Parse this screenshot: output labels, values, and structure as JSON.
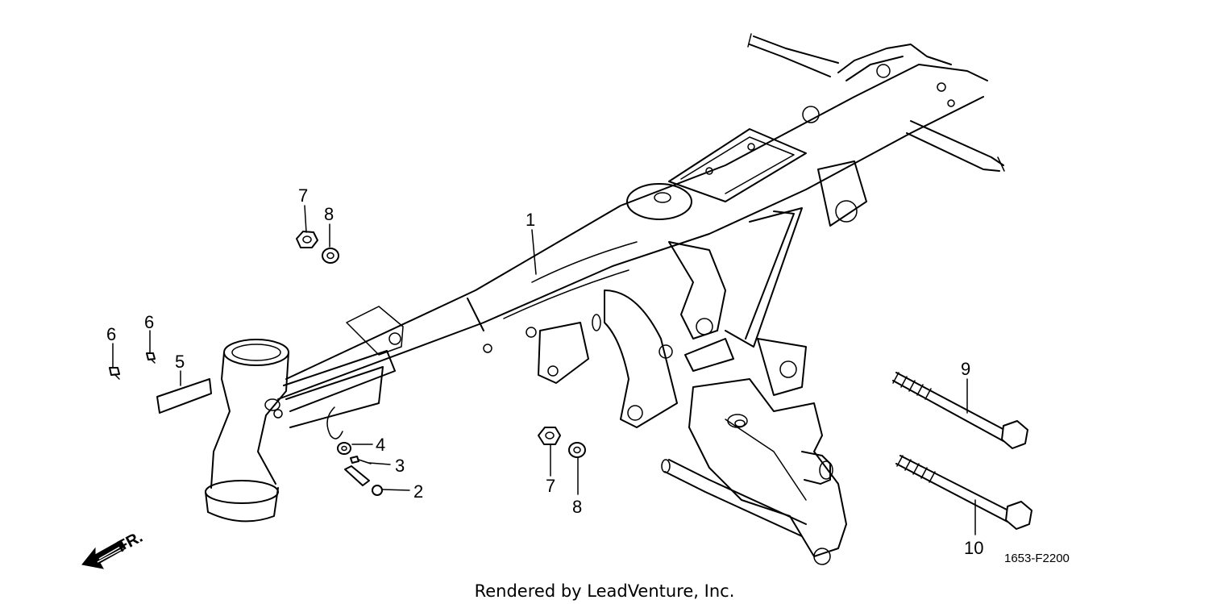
{
  "callouts": {
    "c1": "1",
    "c2": "2",
    "c3": "3",
    "c4": "4",
    "c5": "5",
    "c6a": "6",
    "c6b": "6",
    "c7a": "7",
    "c7b": "7",
    "c8a": "8",
    "c8b": "8",
    "c9": "9",
    "c10": "10"
  },
  "diagram_code": "1653-F2200",
  "front_marker": "FR.",
  "credit": "Rendered by LeadVenture, Inc."
}
